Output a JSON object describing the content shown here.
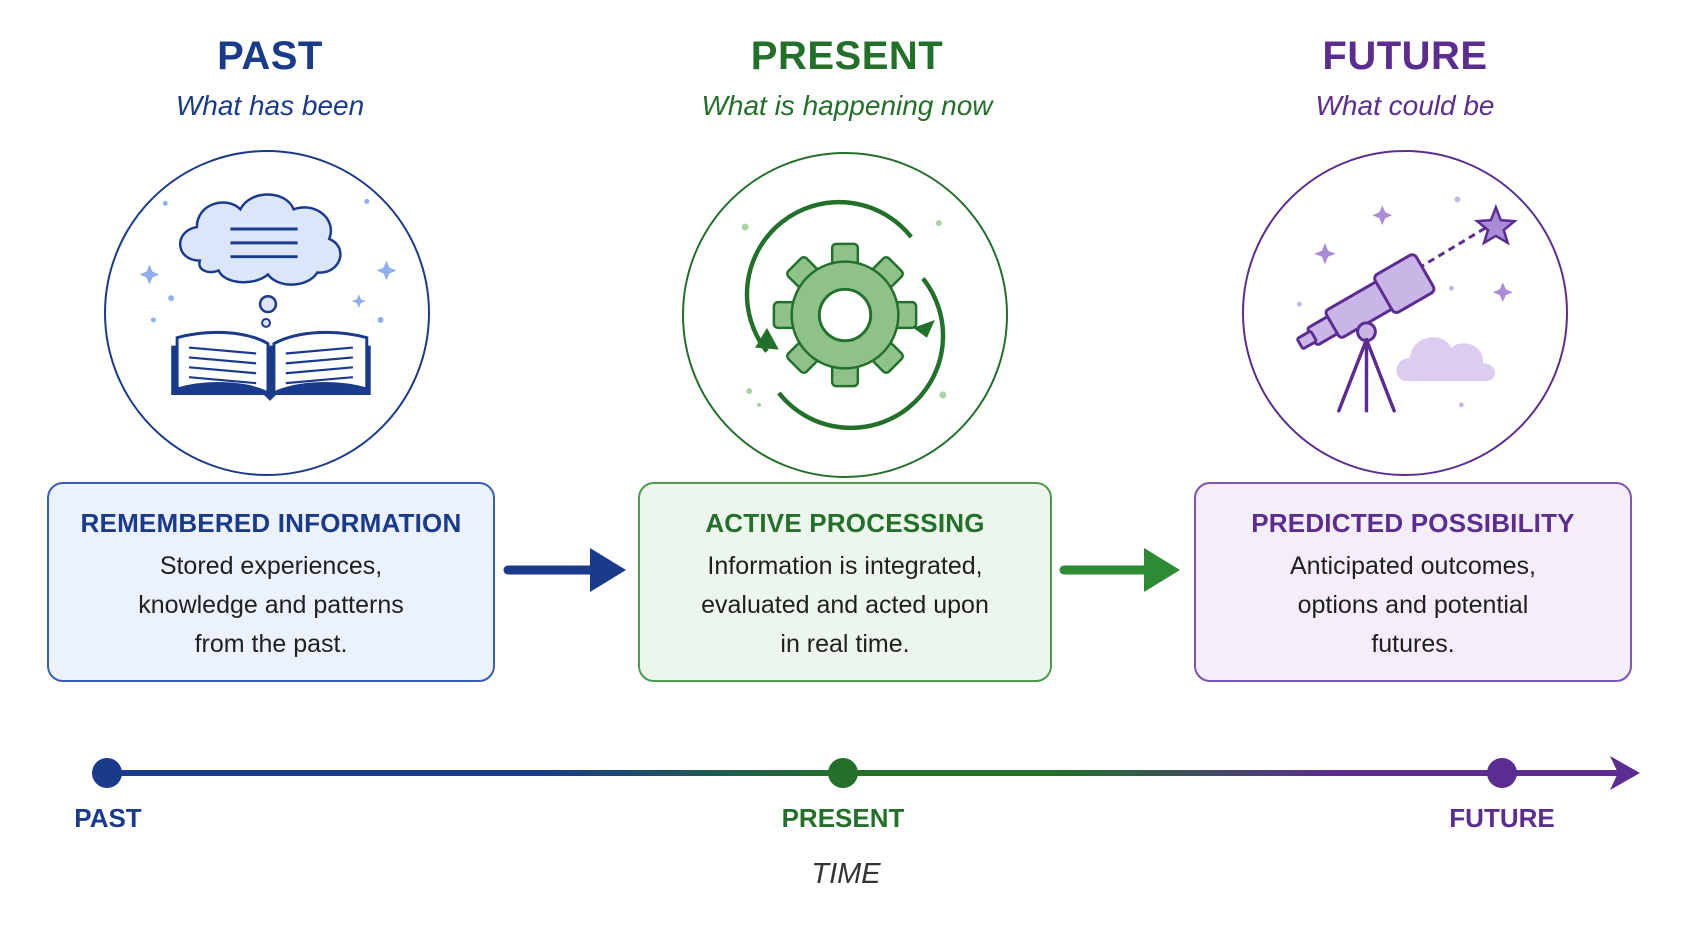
{
  "columns": {
    "past": {
      "title": "PAST",
      "subtitle": "What has been",
      "icon": "open-book-thought-cloud-icon",
      "card_title": "REMEMBERED INFORMATION",
      "card_lines": [
        "Stored experiences,",
        "knowledge and patterns",
        "from the past."
      ],
      "color": "#1a3a8c"
    },
    "present": {
      "title": "PRESENT",
      "subtitle": "What is happening now",
      "icon": "gear-cycle-icon",
      "card_title": "ACTIVE PROCESSING",
      "card_lines": [
        "Information is integrated,",
        "evaluated and acted upon",
        "in real time."
      ],
      "color": "#22702a"
    },
    "future": {
      "title": "FUTURE",
      "subtitle": "What could be",
      "icon": "telescope-star-icon",
      "card_title": "PREDICTED POSSIBILITY",
      "card_lines": [
        "Anticipated outcomes,",
        "options and potential",
        "futures."
      ],
      "color": "#5c2d91"
    }
  },
  "timeline": {
    "labels": {
      "past": "PAST",
      "present": "PRESENT",
      "future": "FUTURE"
    },
    "axis_label": "TIME"
  }
}
